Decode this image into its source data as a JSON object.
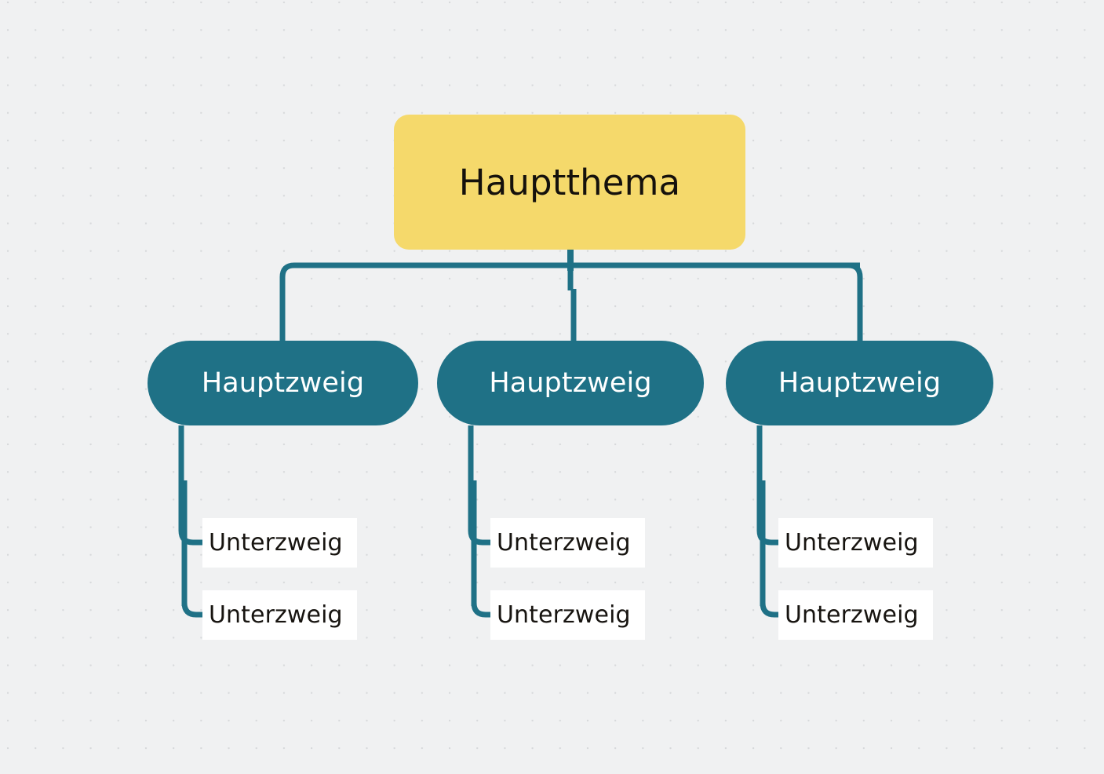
{
  "diagram": {
    "type": "mind-map",
    "title": "Hauptthema",
    "language": "de",
    "background_color": "#f0f1f2",
    "root": {
      "label": "Hauptthema",
      "fill_color": "#f5d96b",
      "text_color": "#15110c"
    },
    "connector_color": "#1f7186",
    "branches": [
      {
        "label": "Hauptzweig",
        "fill_color": "#1f7186",
        "text_color": "#ffffff",
        "children": [
          {
            "label": "Unterzweig",
            "fill_color": "#ffffff",
            "text_color": "#171410"
          },
          {
            "label": "Unterzweig",
            "fill_color": "#ffffff",
            "text_color": "#171410"
          }
        ]
      },
      {
        "label": "Hauptzweig",
        "fill_color": "#1f7186",
        "text_color": "#ffffff",
        "children": [
          {
            "label": "Unterzweig",
            "fill_color": "#ffffff",
            "text_color": "#171410"
          },
          {
            "label": "Unterzweig",
            "fill_color": "#ffffff",
            "text_color": "#171410"
          }
        ]
      },
      {
        "label": "Hauptzweig",
        "fill_color": "#1f7186",
        "text_color": "#ffffff",
        "children": [
          {
            "label": "Unterzweig",
            "fill_color": "#ffffff",
            "text_color": "#171410"
          },
          {
            "label": "Unterzweig",
            "fill_color": "#ffffff",
            "text_color": "#171410"
          }
        ]
      }
    ]
  }
}
